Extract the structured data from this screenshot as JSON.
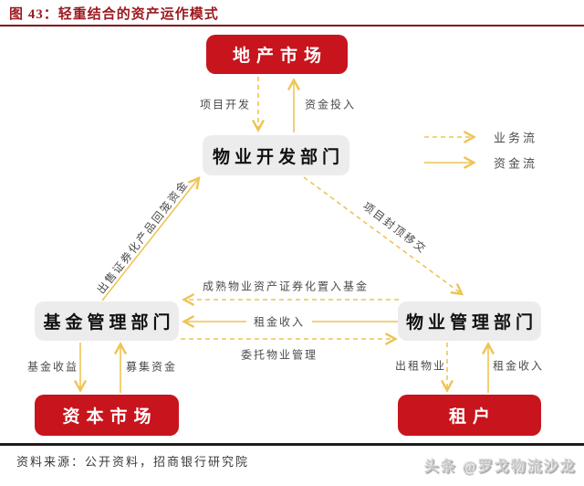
{
  "header": {
    "title": "图 43：轻重结合的资产运作模式"
  },
  "legend": {
    "business_flow": "业务流",
    "capital_flow": "资金流"
  },
  "nodes": {
    "real_estate_market": {
      "label": "地产市场"
    },
    "property_dev_dept": {
      "label": "物业开发部门"
    },
    "fund_mgmt_dept": {
      "label": "基金管理部门"
    },
    "property_mgmt_dept": {
      "label": "物业管理部门"
    },
    "capital_market": {
      "label": "资本市场"
    },
    "tenants": {
      "label": "租户"
    }
  },
  "edges": {
    "project_dev": {
      "label": "项目开发",
      "type": "business",
      "from": "real_estate_market",
      "to": "property_dev_dept"
    },
    "capital_input": {
      "label": "资金投入",
      "type": "capital",
      "from": "property_dev_dept",
      "to": "real_estate_market"
    },
    "sell_securitized": {
      "label": "出售证券化产品回笼资金",
      "type": "capital",
      "from": "fund_mgmt_dept",
      "to": "property_dev_dept"
    },
    "project_handover": {
      "label": "项目封顶移交",
      "type": "business",
      "from": "property_dev_dept",
      "to": "property_mgmt_dept"
    },
    "mature_assets": {
      "label": "成熟物业资产证券化置入基金",
      "type": "business",
      "from": "property_mgmt_dept",
      "to": "fund_mgmt_dept"
    },
    "rent_income_mid": {
      "label": "租金收入",
      "type": "capital",
      "from": "property_mgmt_dept",
      "to": "fund_mgmt_dept"
    },
    "entrust_mgmt": {
      "label": "委托物业管理",
      "type": "business",
      "from": "fund_mgmt_dept",
      "to": "property_mgmt_dept"
    },
    "fund_return": {
      "label": "基金收益",
      "type": "capital",
      "from": "fund_mgmt_dept",
      "to": "capital_market"
    },
    "raise_funds": {
      "label": "募集资金",
      "type": "capital",
      "from": "capital_market",
      "to": "fund_mgmt_dept"
    },
    "lease_property": {
      "label": "出租物业",
      "type": "business",
      "from": "property_mgmt_dept",
      "to": "tenants"
    },
    "rent_income_right": {
      "label": "租金收入",
      "type": "capital",
      "from": "tenants",
      "to": "property_mgmt_dept"
    }
  },
  "footer": {
    "source": "资料来源：公开资料，招商银行研究院",
    "watermark": "头条 @罗戈物流沙龙"
  },
  "colors": {
    "box_red": "#c8141c",
    "box_gray": "#ececec",
    "arrow_gold": "#eec455",
    "title_red": "#9c1a20",
    "rule_black": "#1d1d1d"
  }
}
